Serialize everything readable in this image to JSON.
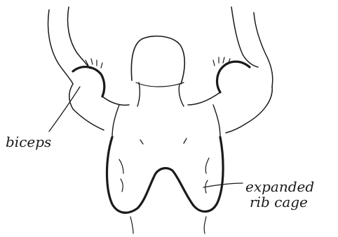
{
  "labels": {
    "biceps": "biceps",
    "rib_cage_line1": "expanded",
    "rib_cage_line2": "rib cage"
  },
  "colors": {
    "ink": "#1a1a1a",
    "background": "#ffffff"
  }
}
